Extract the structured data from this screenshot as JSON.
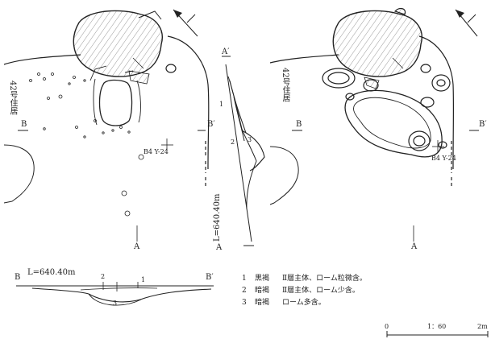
{
  "house_label": "42号住居",
  "plan_marks": {
    "b": "B",
    "b_prime": "B′",
    "a": "A",
    "a_prime": "A′",
    "pin": "B4 Y-24"
  },
  "section_labels": {
    "elevation_b": "L=640.40m",
    "elevation_a": "L=640.40m",
    "b": "B",
    "b_prime": "B′",
    "layer_1": "1",
    "layer_2": "2",
    "layer_3": "3"
  },
  "legend": [
    {
      "num": "1",
      "name": "黒褐",
      "desc": "Ⅱ層主体、ローム粒微含。"
    },
    {
      "num": "2",
      "name": "暗褐",
      "desc": "Ⅱ層主体、ローム少含。"
    },
    {
      "num": "3",
      "name": "暗褐",
      "desc": "ローム多含。"
    }
  ],
  "scale_bar": {
    "start": "0",
    "ratio": "1：60",
    "end": "2m"
  }
}
